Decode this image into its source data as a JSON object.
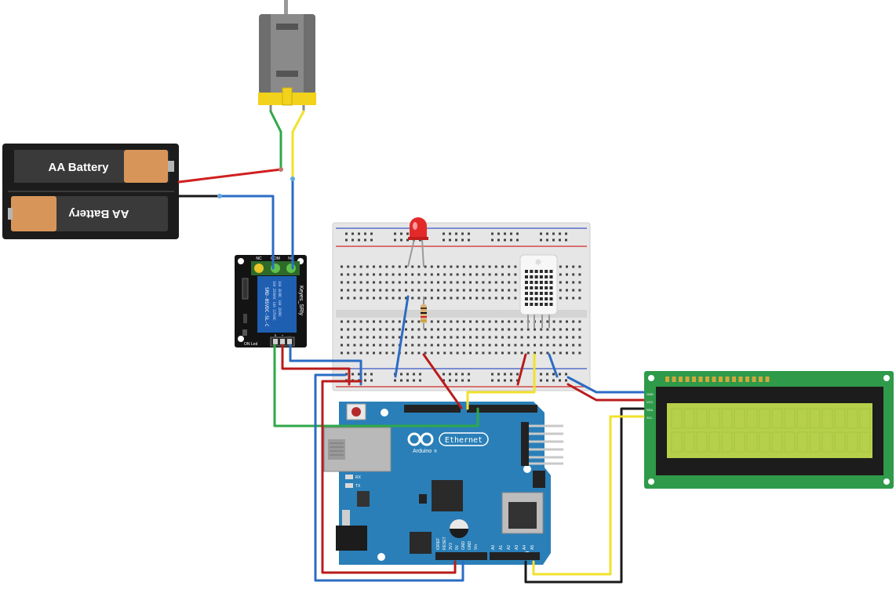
{
  "battery": {
    "label_top": "AA Battery",
    "label_bottom": "AA Battery"
  },
  "relay": {
    "terminal_nc": "NC",
    "terminal_com": "COM",
    "terminal_no": "NO",
    "model_text": "SRD-05VDC-SL-C",
    "ratings_text_1": "10A 250VAC  10A 125VAC",
    "ratings_text_2": "10A 30VDC   10A 28VDC",
    "brand_text": "Keyes_SRly",
    "indicator_text": "ON Led",
    "pin_labels": [
      "S",
      "+",
      "-"
    ]
  },
  "arduino": {
    "logo_text": "Arduino",
    "logo_suffix": "®",
    "badge_text": "Ethernet",
    "tx_label": "TX",
    "rx_label": "RX",
    "power_header_labels": [
      "IOREF",
      "RESET",
      "3V3",
      "5V",
      "GND",
      "GND",
      "Vin"
    ],
    "analog_header_labels": [
      "A0",
      "A1",
      "A2",
      "A3",
      "A4",
      "A5"
    ]
  },
  "lcd": {
    "pin_labels": [
      "GND",
      "VCC",
      "SDA",
      "SCL"
    ]
  },
  "colors": {
    "wire_red": "#b91c1c",
    "wire_blue": "#2b6cc4",
    "wire_green": "#2ea84a",
    "wire_yellow": "#f2e12b",
    "wire_black": "#1a1a1a",
    "arduino_blue": "#2a7fb8",
    "lcd_green": "#b6d04b",
    "relay_blue": "#1f5fb2"
  }
}
